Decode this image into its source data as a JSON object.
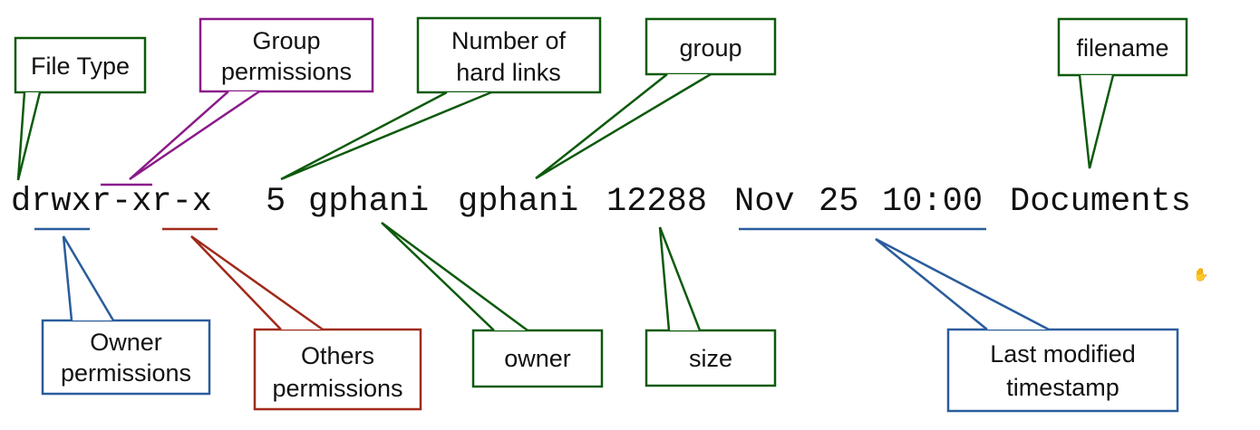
{
  "colors": {
    "green": "#0c5a0c",
    "purple": "#8a1a8a",
    "blue": "#2a5c9c",
    "red": "#a02a1a",
    "text": "#111111"
  },
  "listing": {
    "perm_type": "d",
    "perm_owner": "rwx",
    "perm_group": "r-x",
    "perm_others": "r-x",
    "links": "5",
    "owner": "gphani",
    "group": "gphani",
    "size": "12288",
    "month": "Nov",
    "day": "25",
    "time": "10:00",
    "filename": "Documents"
  },
  "callouts": {
    "file_type": [
      "File Type"
    ],
    "group_permissions": [
      "Group",
      "permissions"
    ],
    "hard_links": [
      "Number of",
      "hard links"
    ],
    "group": [
      "group"
    ],
    "filename": [
      "filename"
    ],
    "owner_permissions": [
      "Owner",
      "permissions"
    ],
    "others_permissions": [
      "Others",
      "permissions"
    ],
    "owner": [
      "owner"
    ],
    "size": [
      "size"
    ],
    "timestamp": [
      "Last modified",
      "timestamp"
    ]
  },
  "cursor_icon": "hand-cursor-icon"
}
